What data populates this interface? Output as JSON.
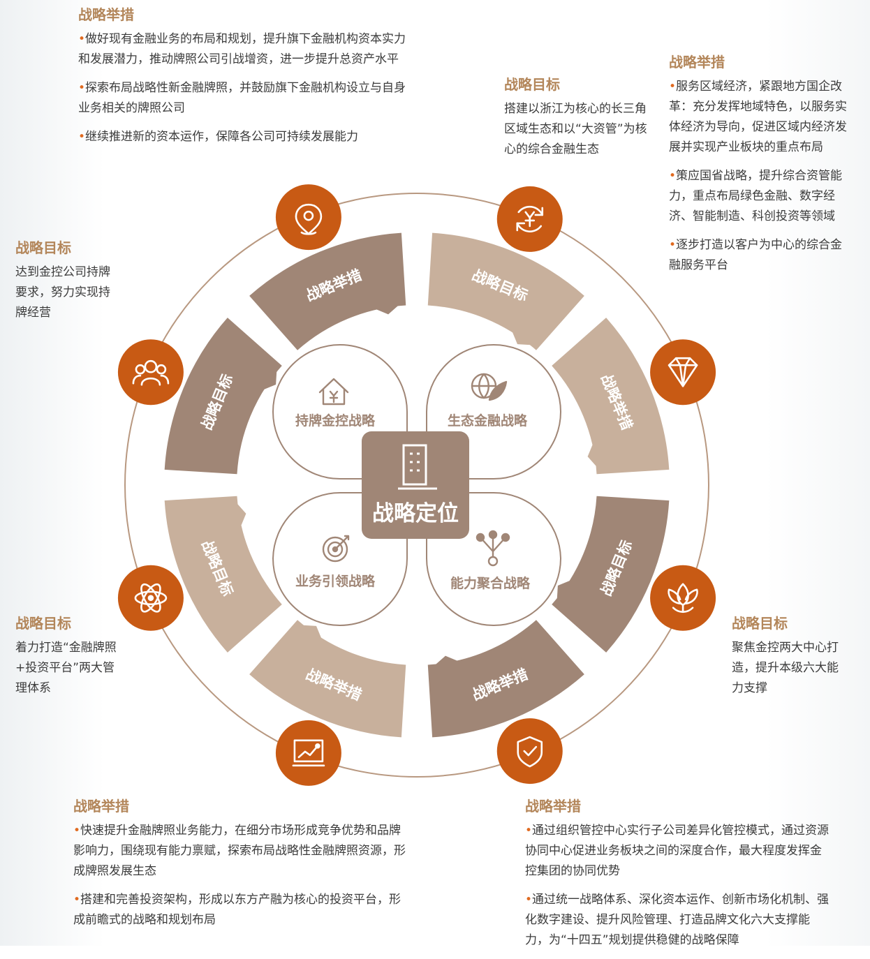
{
  "center": {
    "title": "战略定位"
  },
  "quadrants": [
    {
      "label": "持牌金控战略",
      "icon": "house-yen-icon"
    },
    {
      "label": "生态金融战略",
      "icon": "globe-leaf-icon"
    },
    {
      "label": "业务引领战略",
      "icon": "target-icon"
    },
    {
      "label": "能力聚合战略",
      "icon": "network-nodes-icon"
    }
  ],
  "ring_segments": [
    {
      "label": "战略举措",
      "tone": "dark"
    },
    {
      "label": "战略目标",
      "tone": "light"
    },
    {
      "label": "战略举措",
      "tone": "light"
    },
    {
      "label": "战略目标",
      "tone": "dark"
    },
    {
      "label": "战略举措",
      "tone": "dark"
    },
    {
      "label": "战略举措",
      "tone": "light"
    },
    {
      "label": "战略目标",
      "tone": "light"
    },
    {
      "label": "战略目标",
      "tone": "dark"
    }
  ],
  "outer_icons": [
    {
      "name": "location-pin-icon"
    },
    {
      "name": "yen-cycle-icon"
    },
    {
      "name": "diamond-icon"
    },
    {
      "name": "lotus-icon"
    },
    {
      "name": "shield-check-icon"
    },
    {
      "name": "chart-trend-icon"
    },
    {
      "name": "atom-icon"
    },
    {
      "name": "group-people-icon"
    }
  ],
  "colors": {
    "accent_orange": "#c85a14",
    "segment_dark": "#a08676",
    "segment_light": "#c8b09c",
    "heading_tan": "#b3865a",
    "center_box": "#a08676"
  },
  "text_blocks": {
    "top_left": {
      "heading": "战略举措",
      "items": [
        "做好现有金融业务的布局和规划，提升旗下金融机构资本实力和发展潜力，推动牌照公司引战增资，进一步提升总资产水平",
        "探索布局战略性新金融牌照，并鼓励旗下金融机构设立与自身业务相关的牌照公司",
        "继续推进新的资本运作，保障各公司可持续发展能力"
      ]
    },
    "top_center": {
      "heading": "战略目标",
      "text": "搭建以浙江为核心的长三角区域生态和以“大资管”为核心的综合金融生态"
    },
    "top_right": {
      "heading": "战略举措",
      "items": [
        "服务区域经济，紧跟地方国企改革：充分发挥地域特色，以服务实体经济为导向，促进区域内经济发展并实现产业板块的重点布局",
        "策应国省战略，提升综合资管能力，重点布局绿色金融、数字经济、智能制造、科创投资等领域",
        "逐步打造以客户为中心的综合金融服务平台"
      ]
    },
    "left_upper": {
      "heading": "战略目标",
      "text": "达到金控公司持牌要求，努力实现持牌经营"
    },
    "left_lower": {
      "heading": "战略目标",
      "text": "着力打造“金融牌照+投资平台”两大管理体系"
    },
    "right_lower": {
      "heading": "战略目标",
      "text": "聚焦金控两大中心打造，提升本级六大能力支撑"
    },
    "bottom_left": {
      "heading": "战略举措",
      "items": [
        "快速提升金融牌照业务能力，在细分市场形成竞争优势和品牌影响力，围绕现有能力禀赋，探索布局战略性金融牌照资源，形成牌照发展生态",
        "搭建和完善投资架构，形成以东方产融为核心的投资平台，形成前瞻式的战略和规划布局"
      ]
    },
    "bottom_right": {
      "heading": "战略举措",
      "items": [
        "通过组织管控中心实行子公司差异化管控模式，通过资源协同中心促进业务板块之间的深度合作，最大程度发挥金控集团的协同优势",
        "通过统一战略体系、深化资本运作、创新市场化机制、强化数字建设、提升风险管理、打造品牌文化六大支撑能力，为“十四五”规划提供稳健的战略保障"
      ]
    }
  }
}
